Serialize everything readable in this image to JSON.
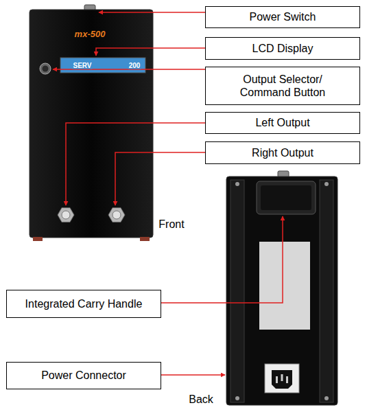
{
  "diagram": {
    "nodes": [
      {
        "text": [
          "Power Switch"
        ]
      },
      {
        "text": [
          "LCD Display"
        ]
      },
      {
        "text": [
          "Output Selector/ Command Button"
        ]
      },
      {
        "text": [
          "Left Output"
        ]
      },
      {
        "text": [
          "Right Output"
        ]
      },
      {
        "text": [
          "Integrated Carry Handle"
        ]
      },
      {
        "text": [
          "Power Connector"
        ]
      }
    ],
    "labels": [
      "mx-500",
      "SERV",
      "200",
      "Front",
      "Back"
    ]
  }
}
